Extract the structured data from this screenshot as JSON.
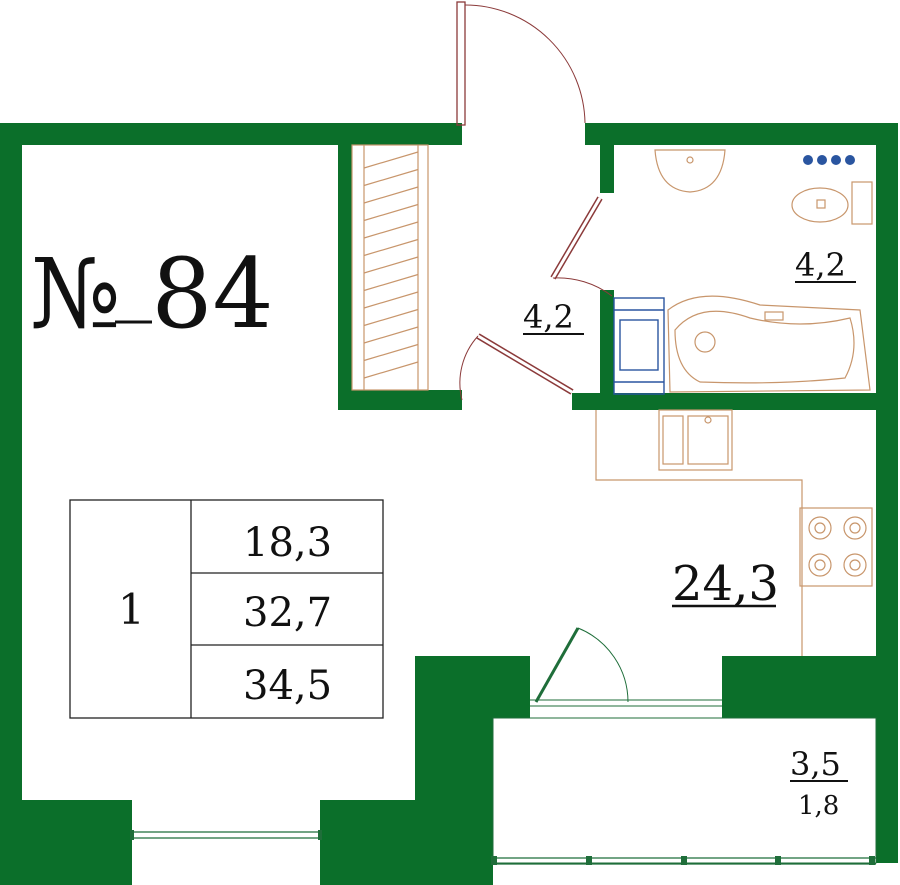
{
  "plan": {
    "apartment_number": "№ 84",
    "colors": {
      "wall": "#0b6f2a",
      "fixture_line": "#c8966c",
      "plumbing_blue": "#2a55a0",
      "door": "#8b3a3a"
    },
    "rooms": {
      "hall": "4,2",
      "bathroom": "4,2",
      "living": "24,3",
      "balcony": "3,5",
      "balcony_reduced": "1,8"
    },
    "summary_table": {
      "rooms_count": "1",
      "living_area": "18,3",
      "total_area": "32,7",
      "total_with_balcony": "34,5"
    }
  }
}
